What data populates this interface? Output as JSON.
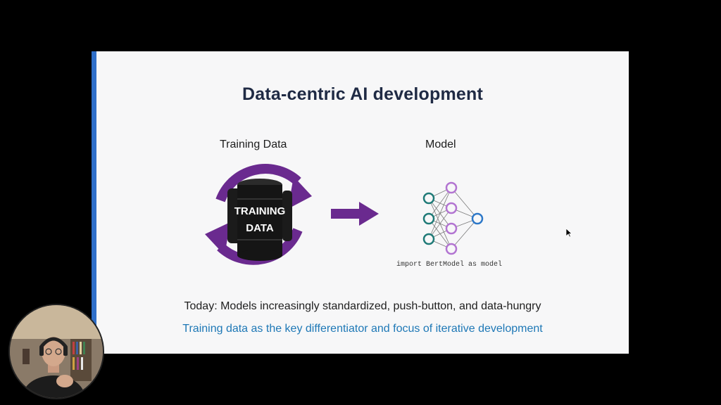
{
  "slide": {
    "title": "Data-centric AI development",
    "training_caption": "Training Data",
    "model_caption": "Model",
    "barrel_label_line1": "TRAINING",
    "barrel_label_line2": "DATA",
    "code_caption": "import BertModel as model",
    "today_text": "Today: Models increasingly standardized, push-button, and data-hungry",
    "focus_text": "Training data as the key differentiator and focus of iterative development"
  },
  "colors": {
    "accent_bar": "#2f6fc9",
    "title": "#1f2a44",
    "purple_arrow": "#6a2a8f",
    "neuron_teal": "#1f7a77",
    "neuron_purple": "#b274d1",
    "neuron_blue": "#2d78c8",
    "focus_text": "#1e78b6"
  },
  "icons": [
    "barrel-icon",
    "cycle-arrows-icon",
    "right-arrow-icon",
    "neural-network-icon",
    "mouse-cursor-icon",
    "webcam-presenter"
  ]
}
